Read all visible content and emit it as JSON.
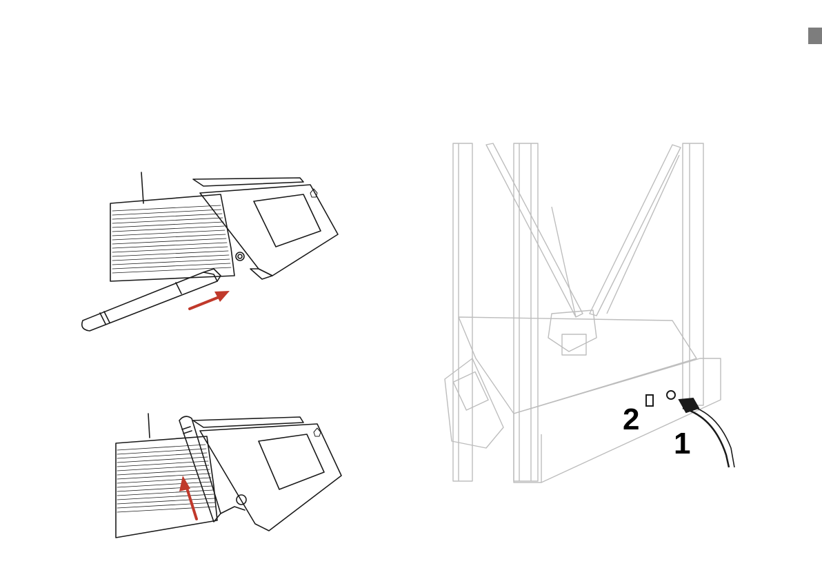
{
  "steps": {
    "first": {
      "number": "1"
    },
    "second": {
      "number": "2"
    }
  },
  "colors": {
    "arrow": "#c0392b",
    "line": "#1a1a1a",
    "frame": "#bdbdbd",
    "marker": "#7d7d7d"
  },
  "icons": {
    "arrow_insert": "red-arrow-right",
    "arrow_raise": "red-arrow-up"
  }
}
